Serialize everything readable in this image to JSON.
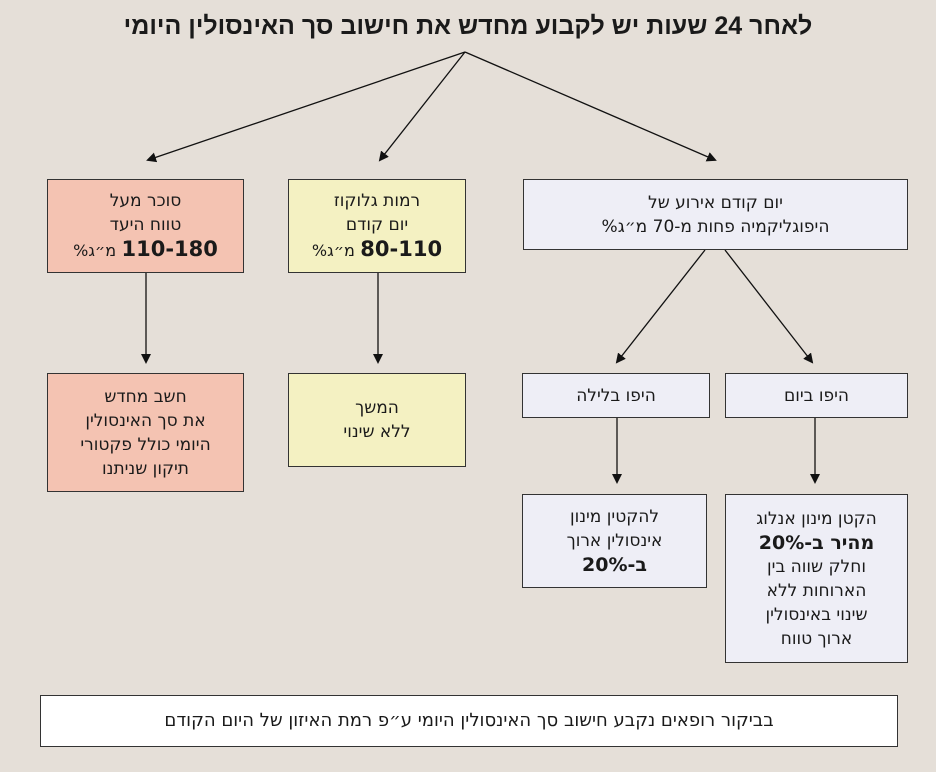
{
  "title": "לאחר 24 שעות יש לקבוע מחדש את חישוב סך האינסולין היומי",
  "branches": {
    "high": {
      "condition": {
        "line1": "סוכר מעל",
        "line2": "טווח היעד",
        "value": "110-180",
        "unit": "מ״ג%"
      },
      "action": {
        "lines": [
          "חשב מחדש",
          "את סך האינסולין",
          "היומי כולל פקטורי",
          "תיקון שניתנו"
        ]
      }
    },
    "target": {
      "condition": {
        "line1": "רמות גלוקוז",
        "line2": "יום קודם",
        "value": "80-110",
        "unit": "מ״ג%"
      },
      "action": {
        "lines": [
          "המשך",
          "ללא שינוי"
        ]
      }
    },
    "hypo": {
      "condition": {
        "line1": "יום קודם אירוע של",
        "line2": "היפוגליקמיה פחות מ-70 מ״ג%"
      },
      "night": {
        "label": "היפו בלילה",
        "action": [
          "להקטין מינון",
          "אינסולין ארוך",
          "ב-20%"
        ]
      },
      "day": {
        "label": "היפו ביום",
        "action": [
          "הקטן מינון אנלוג",
          "מהיר ב-20%",
          "וחלק שווה בין",
          "הארוחות ללא",
          "שינוי באינסולין",
          "ארוך טווח"
        ]
      }
    }
  },
  "footer": "בביקור רופאים נקבע חישוב סך האינסולין היומי ע״פ רמת האיזון של היום הקודם"
}
